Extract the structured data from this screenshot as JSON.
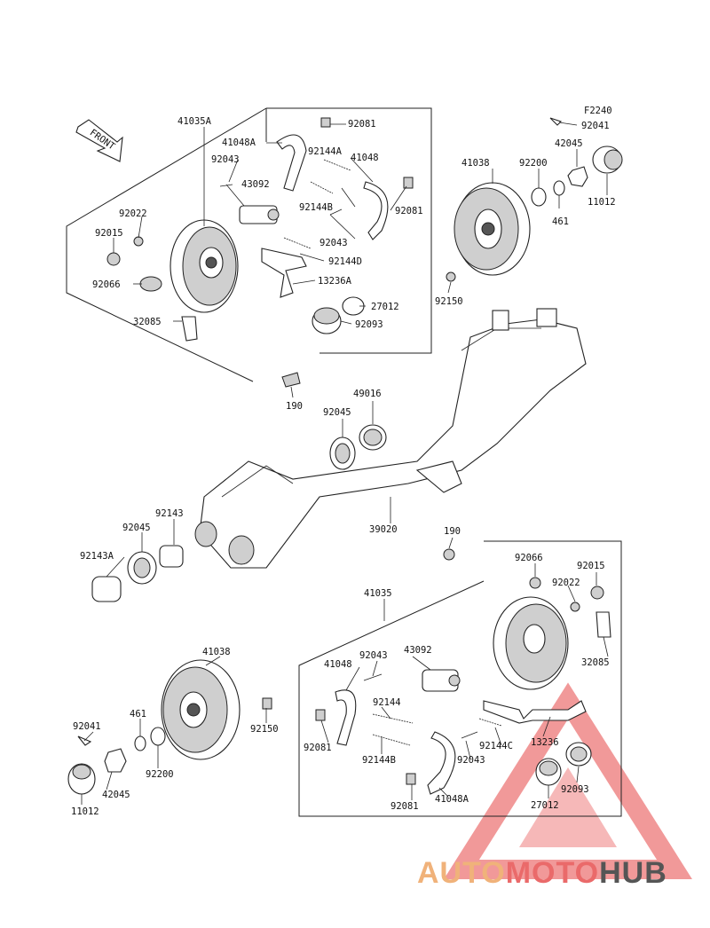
{
  "diagram": {
    "code": "F2240",
    "front_label": "FRONT",
    "labels": {
      "l_41035A": "41035A",
      "l_92081_a": "92081",
      "l_41048A_a": "41048A",
      "l_92144A": "92144A",
      "l_41048_a": "41048",
      "l_92043_a": "92043",
      "l_43092_a": "43092",
      "l_92144B_a": "92144B",
      "l_92081_b": "92081",
      "l_92022_a": "92022",
      "l_92015_a": "92015",
      "l_92043_b": "92043",
      "l_92144D": "92144D",
      "l_13236A": "13236A",
      "l_92066_a": "92066",
      "l_27012_a": "27012",
      "l_92093_a": "92093",
      "l_32085_a": "32085",
      "l_92041_a": "92041",
      "l_42045_a": "42045",
      "l_41038_a": "41038",
      "l_92200_a": "92200",
      "l_461_a": "461",
      "l_11012_a": "11012",
      "l_92150_a": "92150",
      "l_190_a": "190",
      "l_49016": "49016",
      "l_92045_a": "92045",
      "l_92143": "92143",
      "l_92045_b": "92045",
      "l_39020": "39020",
      "l_92143A": "92143A",
      "l_190_b": "190",
      "l_92066_b": "92066",
      "l_92015_b": "92015",
      "l_92022_b": "92022",
      "l_41035": "41035",
      "l_32085_b": "32085",
      "l_43092_b": "43092",
      "l_41048_b": "41048",
      "l_92043_c": "92043",
      "l_41038_b": "41038",
      "l_92144": "92144",
      "l_92150_b": "92150",
      "l_92144C": "92144C",
      "l_13236": "13236",
      "l_92041_b": "92041",
      "l_461_b": "461",
      "l_92081_c": "92081",
      "l_92144B_b": "92144B",
      "l_92043_d": "92043",
      "l_92093_b": "92093",
      "l_92200_b": "92200",
      "l_42045_b": "42045",
      "l_27012_b": "27012",
      "l_11012_b": "11012",
      "l_92081_d": "92081",
      "l_41048A_b": "41048A"
    }
  },
  "watermark": {
    "brand_part1": "AUTO",
    "brand_part2": "MOTO",
    "brand_part3": "HUB",
    "color_auto": "#f0b27a",
    "color_moto": "#ea6a6a",
    "color_hub": "#555555",
    "triangle_color": "#e64646"
  }
}
